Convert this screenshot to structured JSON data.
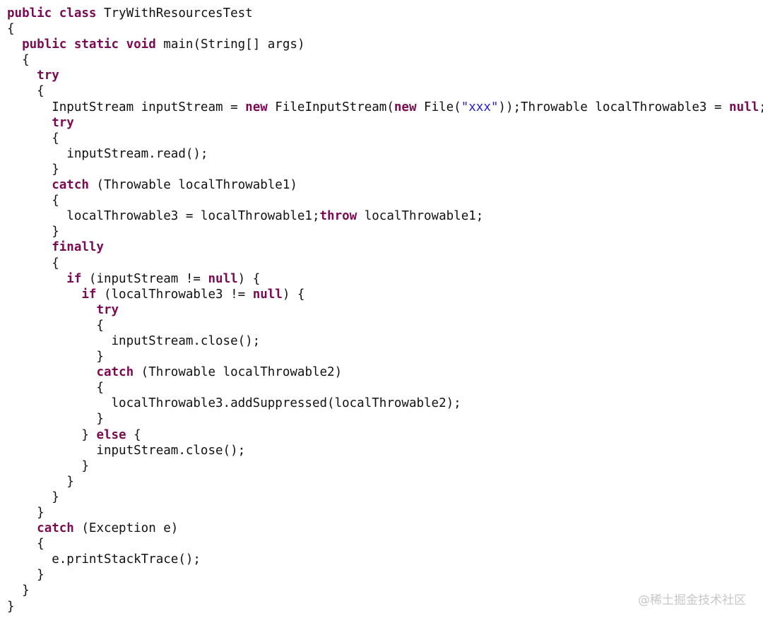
{
  "colors": {
    "keyword": "#7a0a52",
    "string": "#2222cc",
    "text": "#111111",
    "background": "#ffffff",
    "watermark": "#c7c7c7"
  },
  "code_lines": [
    [
      [
        "kw",
        "public"
      ],
      [
        "p",
        " "
      ],
      [
        "kw",
        "class"
      ],
      [
        "p",
        " TryWithResourcesTest"
      ]
    ],
    [
      [
        "p",
        "{"
      ]
    ],
    [
      [
        "p",
        "  "
      ],
      [
        "kw",
        "public"
      ],
      [
        "p",
        " "
      ],
      [
        "kw",
        "static"
      ],
      [
        "p",
        " "
      ],
      [
        "kw",
        "void"
      ],
      [
        "p",
        " main(String[] args)"
      ]
    ],
    [
      [
        "p",
        "  {"
      ]
    ],
    [
      [
        "p",
        "    "
      ],
      [
        "kw",
        "try"
      ]
    ],
    [
      [
        "p",
        "    {"
      ]
    ],
    [
      [
        "p",
        "      InputStream inputStream = "
      ],
      [
        "kw",
        "new"
      ],
      [
        "p",
        " FileInputStream("
      ],
      [
        "kw",
        "new"
      ],
      [
        "p",
        " File("
      ],
      [
        "str",
        "\"xxx\""
      ],
      [
        "p",
        "));Throwable localThrowable3 = "
      ],
      [
        "kw",
        "null"
      ],
      [
        "p",
        ";"
      ]
    ],
    [
      [
        "p",
        "      "
      ],
      [
        "kw",
        "try"
      ]
    ],
    [
      [
        "p",
        "      {"
      ]
    ],
    [
      [
        "p",
        "        inputStream.read();"
      ]
    ],
    [
      [
        "p",
        "      }"
      ]
    ],
    [
      [
        "p",
        "      "
      ],
      [
        "kw",
        "catch"
      ],
      [
        "p",
        " (Throwable localThrowable1)"
      ]
    ],
    [
      [
        "p",
        "      {"
      ]
    ],
    [
      [
        "p",
        "        localThrowable3 = localThrowable1;"
      ],
      [
        "kw",
        "throw"
      ],
      [
        "p",
        " localThrowable1;"
      ]
    ],
    [
      [
        "p",
        "      }"
      ]
    ],
    [
      [
        "p",
        "      "
      ],
      [
        "kw",
        "finally"
      ]
    ],
    [
      [
        "p",
        "      {"
      ]
    ],
    [
      [
        "p",
        "        "
      ],
      [
        "kw",
        "if"
      ],
      [
        "p",
        " (inputStream != "
      ],
      [
        "kw",
        "null"
      ],
      [
        "p",
        ") {"
      ]
    ],
    [
      [
        "p",
        "          "
      ],
      [
        "kw",
        "if"
      ],
      [
        "p",
        " (localThrowable3 != "
      ],
      [
        "kw",
        "null"
      ],
      [
        "p",
        ") {"
      ]
    ],
    [
      [
        "p",
        "            "
      ],
      [
        "kw",
        "try"
      ]
    ],
    [
      [
        "p",
        "            {"
      ]
    ],
    [
      [
        "p",
        "              inputStream.close();"
      ]
    ],
    [
      [
        "p",
        "            }"
      ]
    ],
    [
      [
        "p",
        "            "
      ],
      [
        "kw",
        "catch"
      ],
      [
        "p",
        " (Throwable localThrowable2)"
      ]
    ],
    [
      [
        "p",
        "            {"
      ]
    ],
    [
      [
        "p",
        "              localThrowable3.addSuppressed(localThrowable2);"
      ]
    ],
    [
      [
        "p",
        "            }"
      ]
    ],
    [
      [
        "p",
        "          } "
      ],
      [
        "kw",
        "else"
      ],
      [
        "p",
        " {"
      ]
    ],
    [
      [
        "p",
        "            inputStream.close();"
      ]
    ],
    [
      [
        "p",
        "          }"
      ]
    ],
    [
      [
        "p",
        "        }"
      ]
    ],
    [
      [
        "p",
        "      }"
      ]
    ],
    [
      [
        "p",
        "    }"
      ]
    ],
    [
      [
        "p",
        "    "
      ],
      [
        "kw",
        "catch"
      ],
      [
        "p",
        " (Exception e)"
      ]
    ],
    [
      [
        "p",
        "    {"
      ]
    ],
    [
      [
        "p",
        "      e.printStackTrace();"
      ]
    ],
    [
      [
        "p",
        "    }"
      ]
    ],
    [
      [
        "p",
        "  }"
      ]
    ],
    [
      [
        "p",
        "}"
      ]
    ]
  ],
  "watermark": "@稀土掘金技术社区"
}
